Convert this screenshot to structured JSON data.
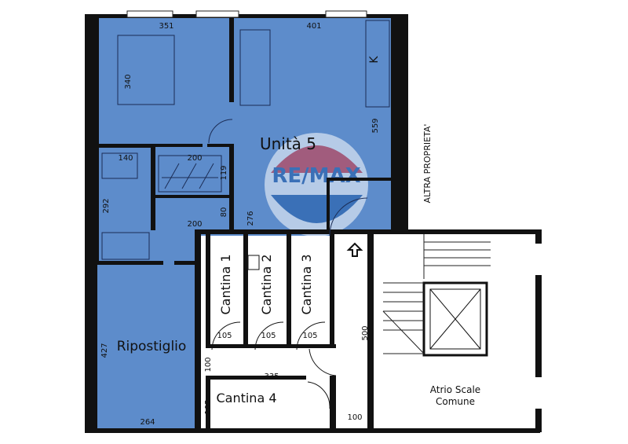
{
  "rooms": {
    "unita5": "Unità 5",
    "ripostiglio": "Ripostiglio",
    "cantina1": "Cantina 1",
    "cantina2": "Cantina 2",
    "cantina3": "Cantina 3",
    "cantina4": "Cantina 4",
    "atrio_line1": "Atrio Scale",
    "atrio_line2": "Comune"
  },
  "side_label": "ALTRA PROPRIETA'",
  "kitchen_mark": "K",
  "dimensions": {
    "d351": "351",
    "d401": "401",
    "d340": "340",
    "d559": "559",
    "d140": "140",
    "d200a": "200",
    "d119": "119",
    "d292": "292",
    "d80": "80",
    "d276": "276",
    "d200b": "200",
    "d427": "427",
    "d105a": "105",
    "d105b": "105",
    "d105c": "105",
    "d500": "500",
    "d100a": "100",
    "d335": "335",
    "d105d": "105",
    "d100b": "100",
    "d264": "264"
  },
  "watermark": "RE/MAX",
  "colors": {
    "zone_blue": "#2f6bbd",
    "wall": "#111111",
    "watermark_red": "#d9363e",
    "watermark_blue": "#1f5aa8"
  }
}
